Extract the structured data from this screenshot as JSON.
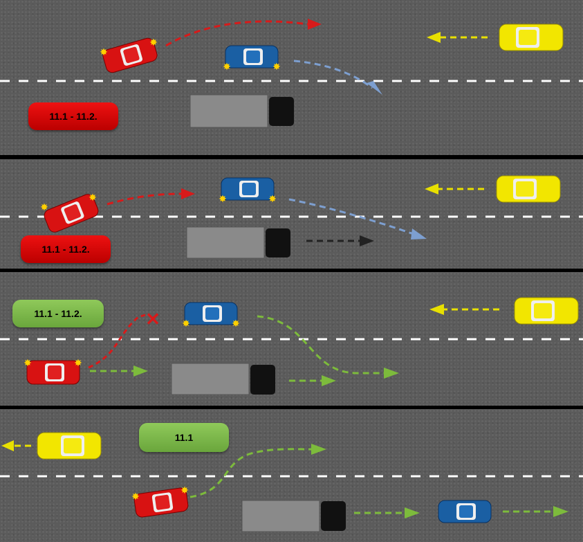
{
  "colors": {
    "road": "#5b5b5b",
    "lane_marking": "#ffffff",
    "red_car": "#d81212",
    "blue_car": "#1a5fa3",
    "yellow_car": "#f2e600",
    "truck_body": "#8a8a8a",
    "truck_cab": "#111111",
    "arrow_red": "#d81a1a",
    "arrow_blue": "#7d9fd0",
    "arrow_yellow": "#e8e000",
    "arrow_green": "#7dbb3c",
    "arrow_black": "#222222",
    "badge_wrong": "#d81212",
    "badge_correct": "#7ab84a"
  },
  "panels": [
    {
      "badge": {
        "label": "11.1 - 11.2.",
        "status": "wrong"
      }
    },
    {
      "badge": {
        "label": "11.1 - 11.2.",
        "status": "wrong"
      }
    },
    {
      "badge": {
        "label": "11.1 - 11.2.",
        "status": "correct"
      }
    },
    {
      "badge": {
        "label": "11.1",
        "status": "correct"
      }
    }
  ],
  "icons": {
    "turn_signal": "turn-signal-star-icon",
    "forbidden_mark": "red-x-icon"
  }
}
